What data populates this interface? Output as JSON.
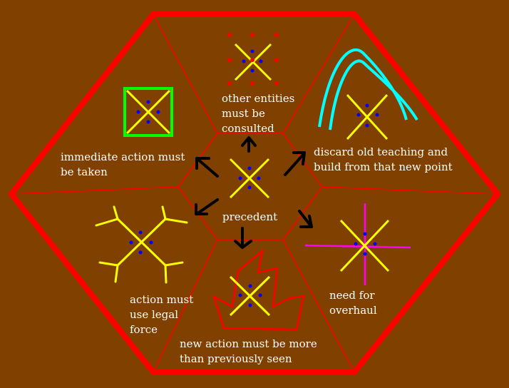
{
  "center": {
    "label": "precedent"
  },
  "outcomes": [
    {
      "id": "consulted",
      "label_lines": [
        "other entities",
        "must be",
        "consulted"
      ]
    },
    {
      "id": "discard",
      "label_lines": [
        "discard old teaching and",
        "build from that new point"
      ]
    },
    {
      "id": "overhaul",
      "label_lines": [
        "need for",
        "overhaul"
      ]
    },
    {
      "id": "more",
      "label_lines": [
        "new action must be more",
        "than previously seen"
      ]
    },
    {
      "id": "legal-force",
      "label_lines": [
        "action must",
        "use legal",
        "force"
      ]
    },
    {
      "id": "immediate",
      "label_lines": [
        "immediate action must",
        "be taken"
      ]
    }
  ],
  "colors": {
    "background": "#804000",
    "frame": "#ff0000",
    "cross": "#ffff00",
    "dot": "#0000ff",
    "arrow": "#000000",
    "square": "#00ff00",
    "arc": "#00ffff",
    "spokes": "#ff00ff",
    "red_dots": "#ff0000",
    "text": "#ffffff"
  }
}
